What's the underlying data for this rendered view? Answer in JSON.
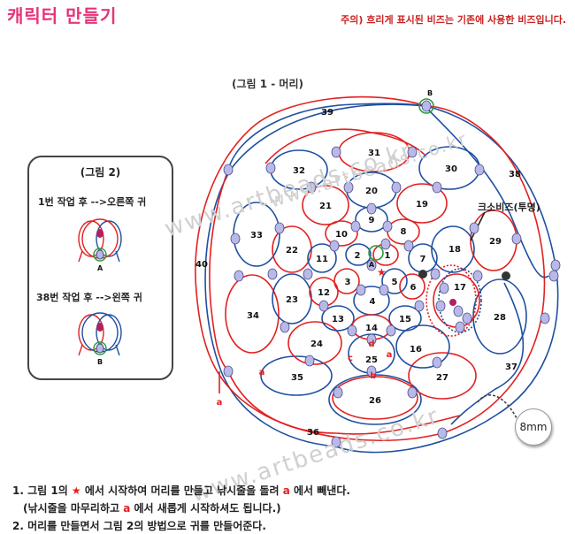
{
  "header": {
    "title": "캐릭터 만들기",
    "note": "주의) 흐리게 표시된 비즈는 기존에 사용한 비즈입니다."
  },
  "figure1": {
    "caption": "(그림 1 - 머리)",
    "crystal_label": "크소비즈(투명)",
    "size_badge": "8mm",
    "numbers": [
      "1",
      "2",
      "3",
      "4",
      "5",
      "6",
      "7",
      "8",
      "9",
      "10",
      "11",
      "12",
      "13",
      "14",
      "15",
      "16",
      "17",
      "18",
      "19",
      "20",
      "21",
      "22",
      "23",
      "24",
      "25",
      "26",
      "27",
      "28",
      "29",
      "30",
      "31",
      "32",
      "33",
      "34",
      "35",
      "36",
      "37",
      "38",
      "39",
      "40"
    ],
    "letters": {
      "a": "a",
      "b": "b",
      "c": "c",
      "d": "d",
      "A": "A",
      "B": "B"
    }
  },
  "figure2": {
    "title": "(그림 2)",
    "step1": "1번 작업 후 -->오른쪽 귀",
    "step2": "38번 작업 후 -->왼쪽 귀",
    "label_A": "A",
    "label_B": "B"
  },
  "watermark": "www.artbeads.co.kr",
  "instructions": {
    "line1_pre": "1. 그림 1의",
    "line1_star": "★",
    "line1_mid": "에서 시작하여 머리를 만들고 낚시줄을 돌려",
    "line1_a": "a",
    "line1_post": "에서 빼낸다.",
    "line2_pre": "(낚시줄을 마무리하고",
    "line2_a": "a",
    "line2_post": "에서 새롭게 시작하셔도 됩니다.)",
    "line3": "2. 머리를 만들면서 그림 2의 방법으로 귀를 만들어준다."
  },
  "colors": {
    "red": "#e32020",
    "blue": "#1f4fa0",
    "bead": "#b9b9e8",
    "title": "#e8327a"
  }
}
